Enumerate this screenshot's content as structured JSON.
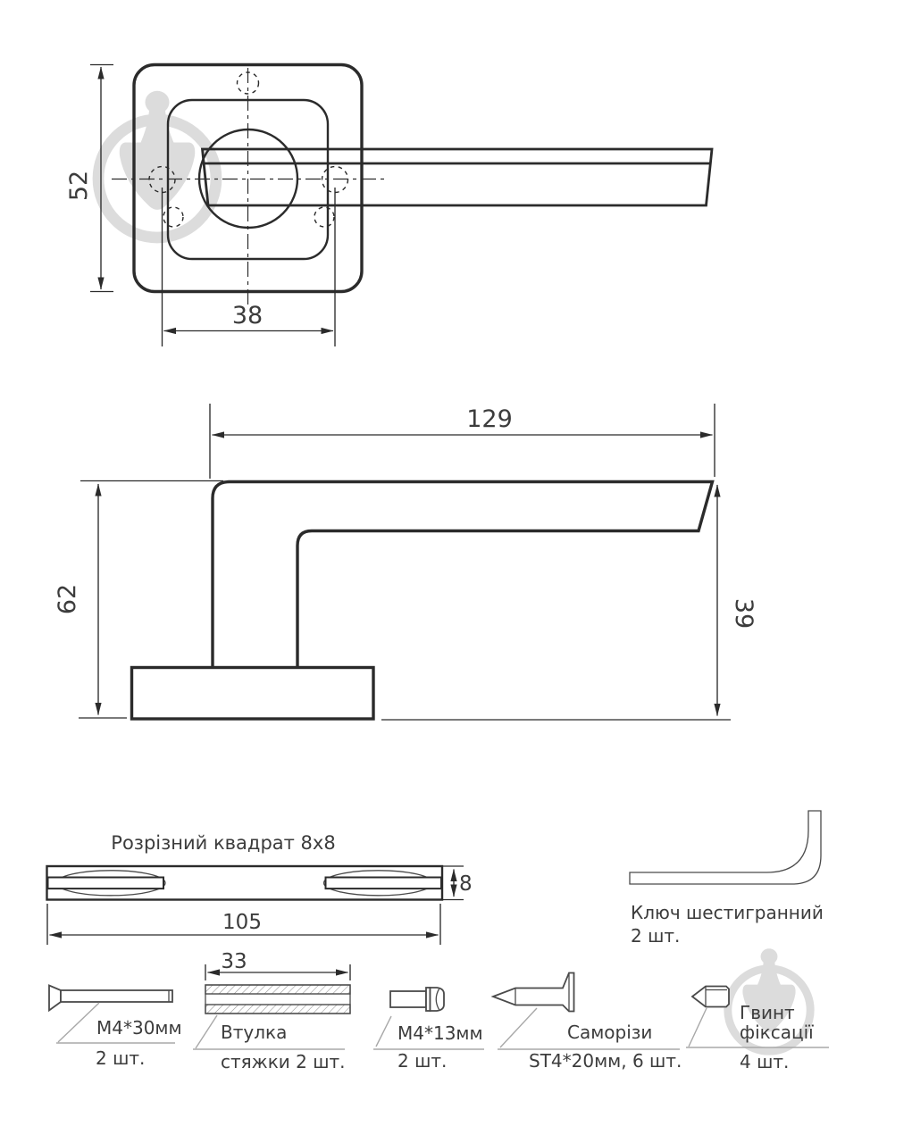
{
  "colors": {
    "background": "#ffffff",
    "drawing_line": "#2b2b2b",
    "label_text": "#3c3c3c",
    "leader_line": "#a8a8a8",
    "watermark": "#dcdcdc"
  },
  "top_view": {
    "rosette_height_mm": "52",
    "hole_spacing_mm": "38"
  },
  "side_view": {
    "lever_length_mm": "129",
    "total_height_mm": "62",
    "lever_drop_mm": "39"
  },
  "spindle": {
    "title": "Розрізний квадрат 8x8",
    "section_mm": "8",
    "length_mm": "105"
  },
  "hex_key": {
    "name": "Ключ шестигранний",
    "qty": "2 шт."
  },
  "parts": {
    "bolt_m4x30": {
      "name": "M4*30мм",
      "qty": "2 шт."
    },
    "sleeve": {
      "length_mm": "33",
      "name": "Втулка",
      "name2": "стяжки 2 шт."
    },
    "bolt_m4x13": {
      "name": "M4*13мм",
      "qty": "2 шт."
    },
    "self_tapping": {
      "name": "Саморізи",
      "qty": "ST4*20мм, 6 шт."
    },
    "set_screw": {
      "name": "Гвинт",
      "name2": "фіксації",
      "qty": "4 шт."
    }
  }
}
